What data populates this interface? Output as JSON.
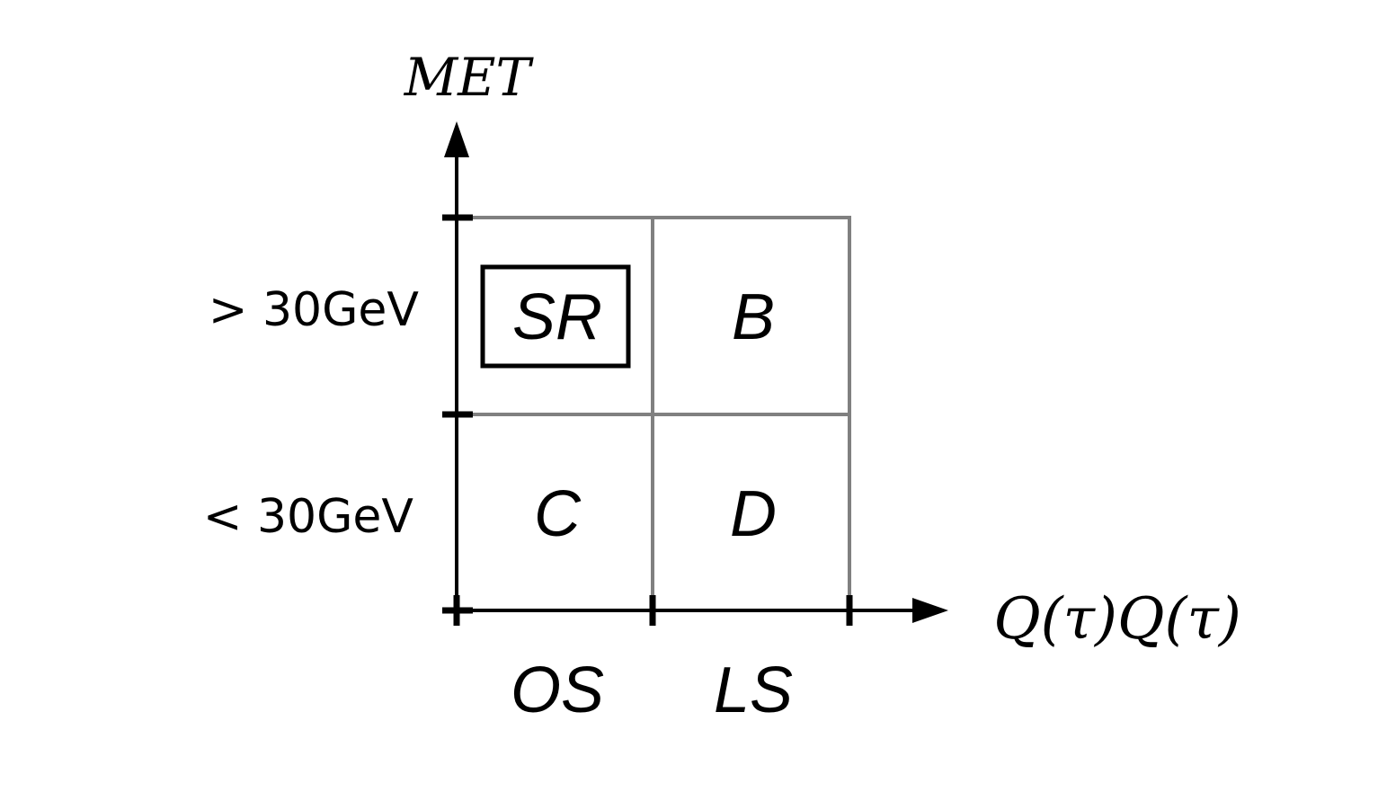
{
  "y_axis": {
    "label": "MET",
    "ticks": [
      {
        "label": "> 30GeV"
      },
      {
        "label": "< 30GeV"
      }
    ]
  },
  "x_axis": {
    "label": "Q(τ)Q(τ)",
    "ticks": [
      {
        "label": "OS"
      },
      {
        "label": "LS"
      }
    ]
  },
  "regions": {
    "top_left": "SR",
    "top_right": "B",
    "bottom_left": "C",
    "bottom_right": "D"
  },
  "signal_region": "top_left",
  "colors": {
    "grid": "#808080",
    "axis": "#000000",
    "text": "#000000",
    "highlight_box": "#000000"
  }
}
